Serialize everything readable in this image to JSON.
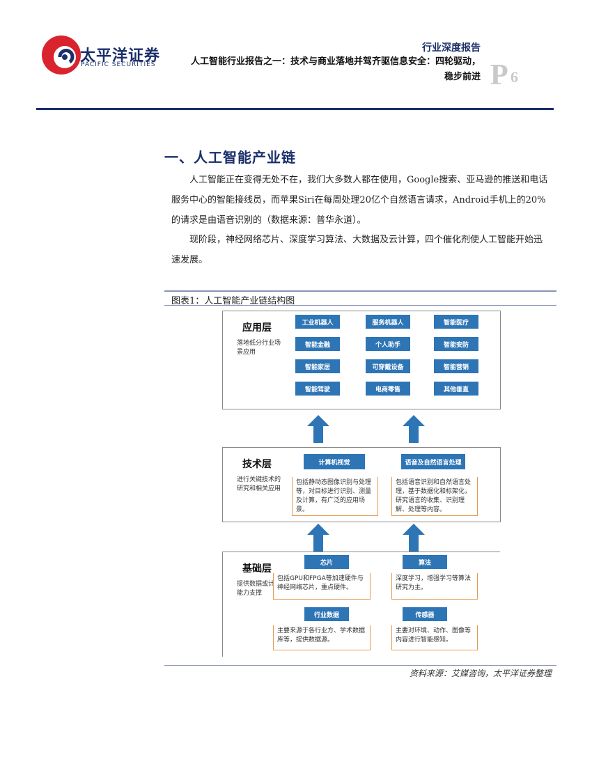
{
  "header": {
    "logo_cn": "太平洋证券",
    "logo_en": "PACIFIC SECURITIES",
    "report_type": "行业深度报告",
    "title_line1": "人工智能行业报告之一：技术与商业落地并驾齐驱信息安全：四轮驱动，",
    "title_line2": "稳步前进",
    "page_letter": "P",
    "page_number": "6",
    "colors": {
      "brand_red": "#d9232d",
      "brand_blue": "#1a2f6b"
    }
  },
  "section": {
    "title": "一、人工智能产业链",
    "para1": "人工智能正在变得无处不在，我们大多数人都在使用，Google搜索、亚马逊的推送和电话服务中心的智能接线员，而苹果Siri在每周处理20亿个自然语言请求，Android手机上的20%的请求是由语音识别的（数据来源：普华永道）。",
    "para2": "现阶段，神经网络芯片、深度学习算法、大数据及云计算，四个催化剂使人工智能开始迅速发展。"
  },
  "figure": {
    "caption": "图表1：人工智能产业链结构图",
    "application": {
      "title": "应用层",
      "desc": "落地低分行业场景应用",
      "items": [
        "工业机器人",
        "服务机器人",
        "智能医疗",
        "智能金融",
        "个人助手",
        "智能安防",
        "智能家居",
        "可穿戴设备",
        "智能营销",
        "智能驾驶",
        "电商零售",
        "其他垂直"
      ]
    },
    "technology": {
      "title": "技术层",
      "desc": "进行关键技术的研究和相关应用",
      "items": [
        {
          "label": "计算机视觉",
          "desc": "包括静动态图像识别与处理等，对目标进行识别、测量及计算，有广泛的应用场景。"
        },
        {
          "label": "语音及自然语言处理",
          "desc": "包括语音识别和自然语言处理，基于数据化和标架化，研究语言的收集、识别理解、处理等内容。"
        }
      ]
    },
    "base": {
      "title": "基础层",
      "desc": "提供数据或计算能力支撑",
      "items": [
        {
          "label": "芯片",
          "desc": "包括GPU和FPGA等加速硬件与神经网络芯片，重点硬件。"
        },
        {
          "label": "算法",
          "desc": "深度学习，增强学习等算法研究为主。"
        },
        {
          "label": "行业数据",
          "desc": "主要来源于各行业方、学术数据库等，提供数据源。"
        },
        {
          "label": "传感器",
          "desc": "主要对环境、动作、图像等内容进行智能感知。"
        }
      ]
    },
    "source": "资料来源：艾媒咨询，太平洋证券整理",
    "colors": {
      "box_blue": "#2e75b6",
      "box_orange": "#e69a4f",
      "rule": "#8a93b8"
    }
  }
}
